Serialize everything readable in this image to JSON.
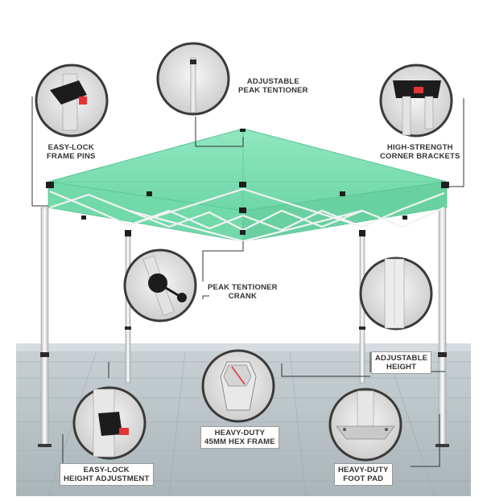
{
  "colors": {
    "canopy": "#7fe0b4",
    "canopy_dark": "#5fc89a",
    "floor": "#b8c2c6",
    "wall": "#e3e7e9",
    "frame": "#e4e6e8",
    "leader_line": "#333333"
  },
  "callouts": {
    "adjustable_peak_tentioner": [
      "ADJUSTABLE",
      "PEAK TENTIONER"
    ],
    "easy_lock_frame_pins": [
      "EASY-LOCK",
      "FRAME PINS"
    ],
    "high_strength_corner_brackets": [
      "HIGH-STRENGTH",
      "CORNER BRACKETS"
    ],
    "peak_tentioner_crank": [
      "PEAK TENTIONER",
      "CRANK"
    ],
    "adjustable_height": [
      "ADJUSTABLE",
      "HEIGHT"
    ],
    "heavy_duty_hex_frame": [
      "HEAVY-DUTY",
      "45MM HEX FRAME"
    ],
    "easy_lock_height_adjustment": [
      "EASY-LOCK",
      "HEIGHT ADJUSTMENT"
    ],
    "heavy_duty_foot_pad": [
      "HEAVY-DUTY",
      "FOOT PAD"
    ]
  }
}
